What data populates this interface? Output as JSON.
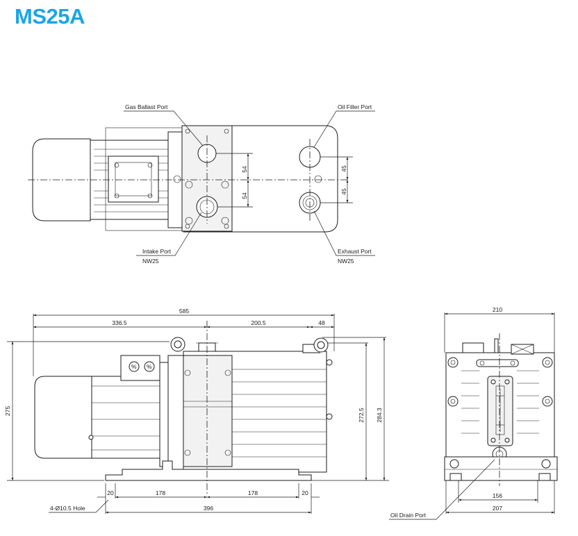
{
  "title": "MS25A",
  "colors": {
    "title": "#1aa6e4",
    "line": "#1a1a1a"
  },
  "top_view": {
    "callouts": {
      "gas_ballast": "Gas Ballast Port",
      "oil_filler": "Oil Filler Port",
      "intake": "Intake Port",
      "intake_size": "NW25",
      "exhaust": "Exhaust Port",
      "exhaust_size": "NW25"
    },
    "dims": {
      "upper_left": "54",
      "lower_left": "54",
      "upper_right": "45",
      "lower_right": "45"
    }
  },
  "side_view": {
    "dims": {
      "overall_length": "585",
      "left_length": "336.5",
      "right_length": "200.5",
      "right_offset": "48",
      "height": "275",
      "height_2": "272.5",
      "height_3": "284.3",
      "foot_left": "20",
      "foot_span_left": "178",
      "foot_span_right": "178",
      "foot_right": "20",
      "base_length": "396"
    },
    "hole_note": "4-Ø10.5 Hole"
  },
  "end_view": {
    "dims": {
      "width_top": "210",
      "foot_inner": "156",
      "foot_outer": "207"
    },
    "oil_drain": "Oil Drain Port"
  }
}
